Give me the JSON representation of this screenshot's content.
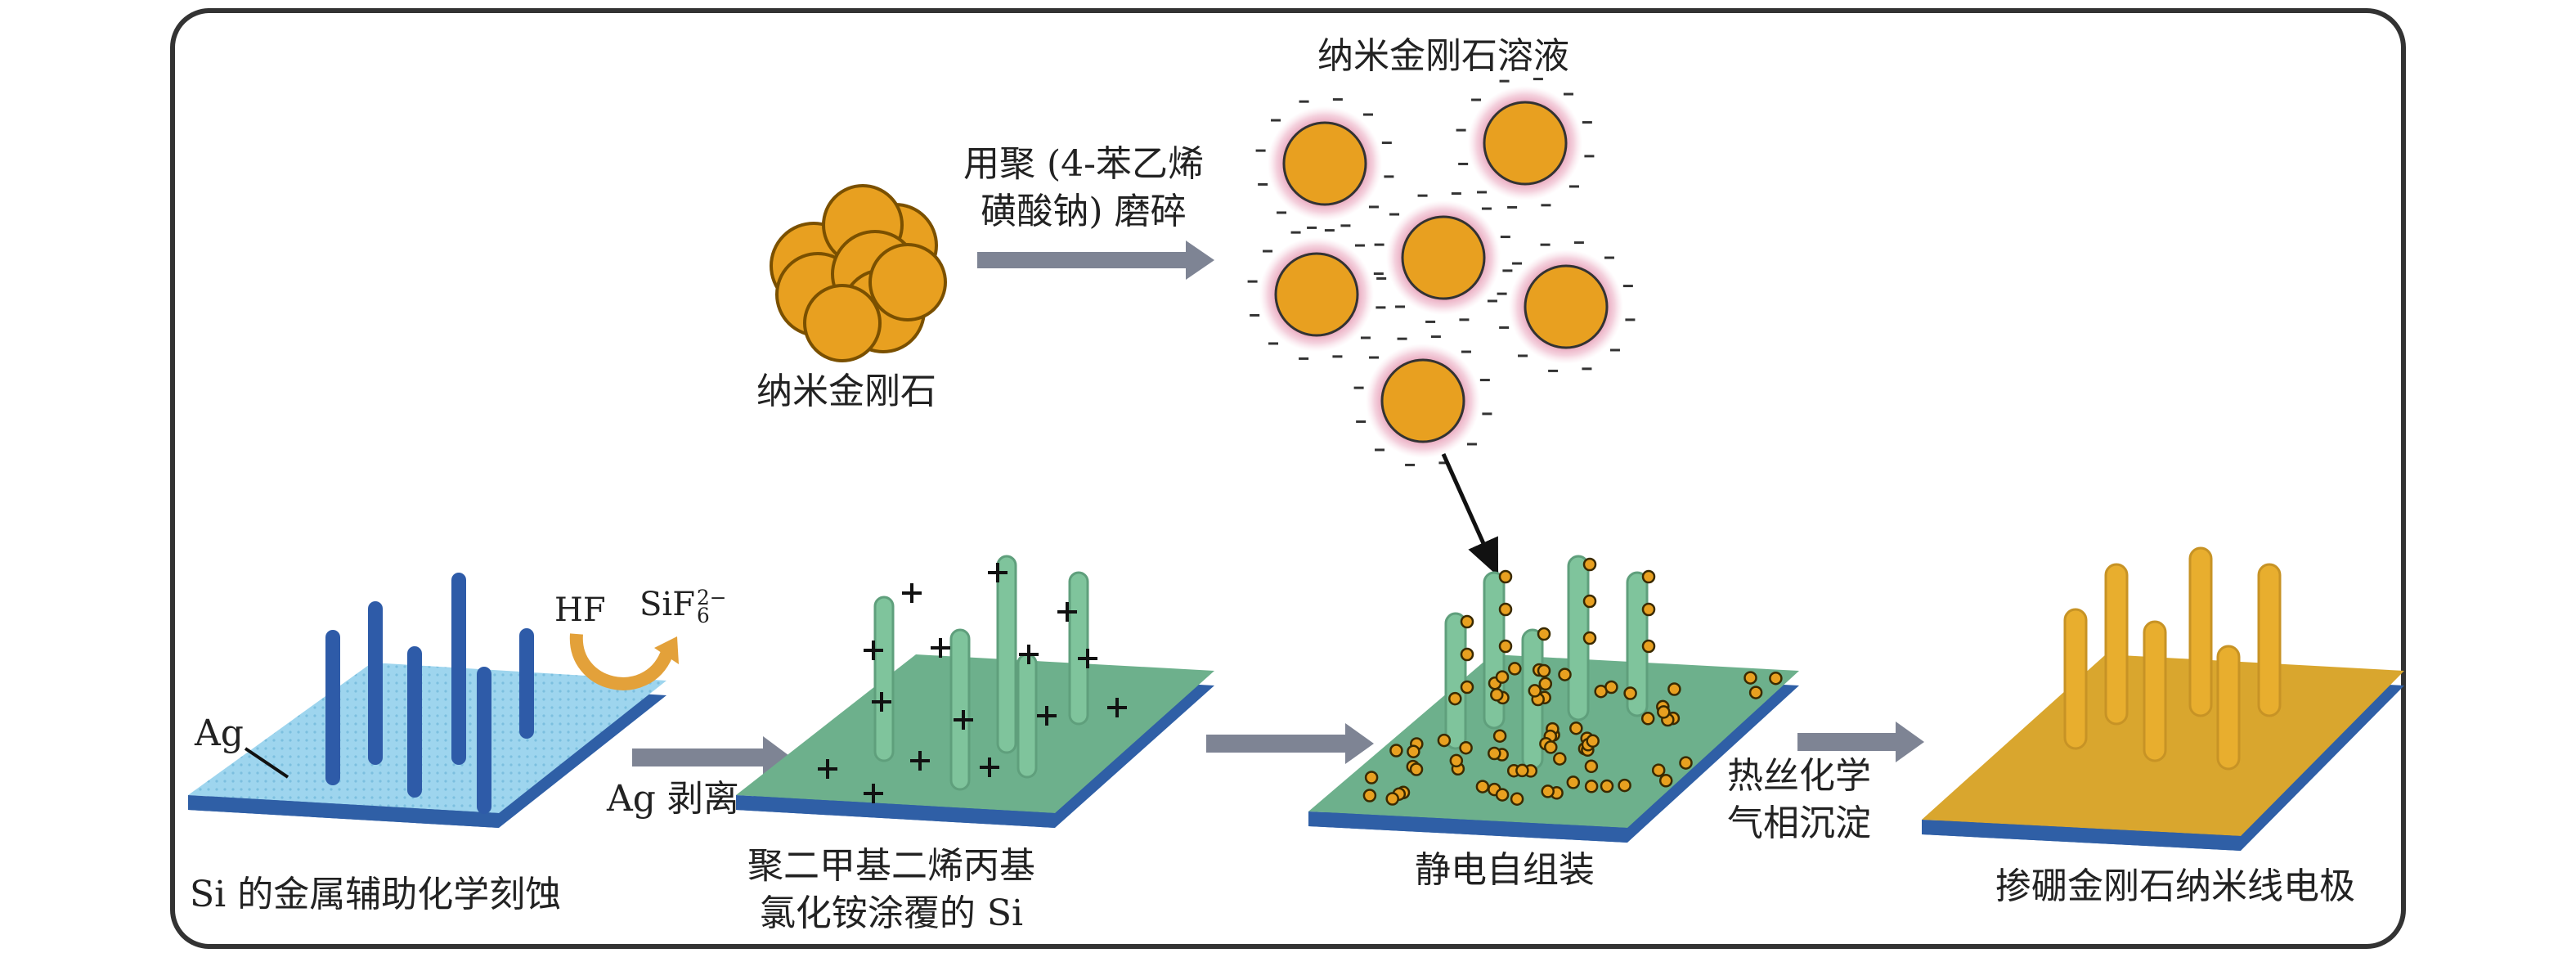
{
  "labels": {
    "nd_solution": "纳米金刚石溶液",
    "grinding_line1": "用聚 (4-苯乙烯",
    "grinding_line2": "磺酸钠) 磨碎",
    "nanodiamond": "纳米金刚石",
    "ag": "Ag",
    "hf": "HF",
    "sif_base": "SiF",
    "sif_sup": "2−",
    "sif_sub": "6",
    "ag_stripping": "Ag 剥离",
    "step1": "Si 的金属辅助化学刻蚀",
    "step2_line1": "聚二甲基二烯丙基",
    "step2_line2": "氯化铵涂覆的 Si",
    "step3": "静电自组装",
    "hfcvd_line1": "热丝化学",
    "hfcvd_line2": "气相沉淀",
    "step4": "掺硼金刚石纳米线电极"
  },
  "colors": {
    "nanodiamond": "#E8A020",
    "si_substrate": "#9ED5EE",
    "coated_substrate": "#6DB08C",
    "bdd_film": "#D9A62E",
    "arrow": "#7E8494"
  }
}
